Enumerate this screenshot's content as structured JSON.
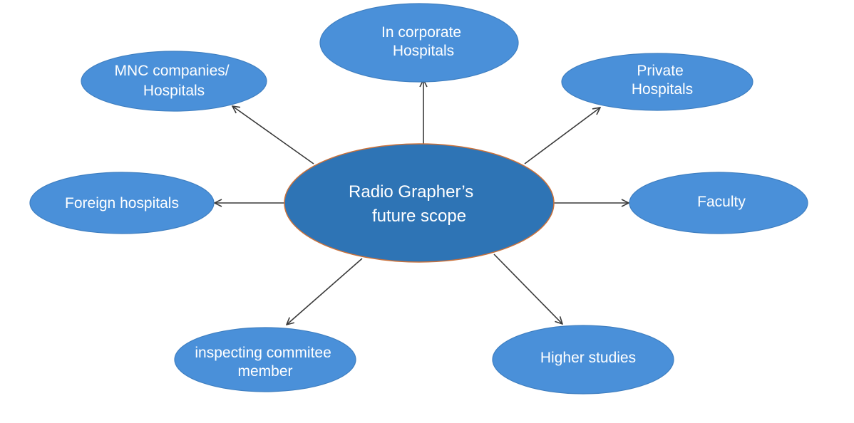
{
  "diagram": {
    "center": {
      "lines": [
        "Radio Grapher’s",
        "future scope"
      ],
      "fill": "#2e74b5"
    },
    "nodes": [
      {
        "id": "corporate-hospitals",
        "lines": [
          "In corporate",
          "Hospitals"
        ]
      },
      {
        "id": "mnc-companies",
        "lines": [
          "MNC companies/",
          "Hospitals"
        ]
      },
      {
        "id": "private-hospitals",
        "lines": [
          "Private",
          "Hospitals"
        ]
      },
      {
        "id": "foreign-hospitals",
        "lines": [
          "Foreign hospitals"
        ]
      },
      {
        "id": "faculty",
        "lines": [
          "Faculty"
        ]
      },
      {
        "id": "inspecting-committee",
        "lines": [
          "inspecting commitee",
          "member"
        ]
      },
      {
        "id": "higher-studies",
        "lines": [
          "Higher studies"
        ]
      }
    ],
    "colors": {
      "node_fill": "#5b9bd5",
      "node_fill_alt": "#4a90d9",
      "center_border": "#c9713b",
      "arrow": "#3a3a3a",
      "text": "#ffffff"
    }
  }
}
